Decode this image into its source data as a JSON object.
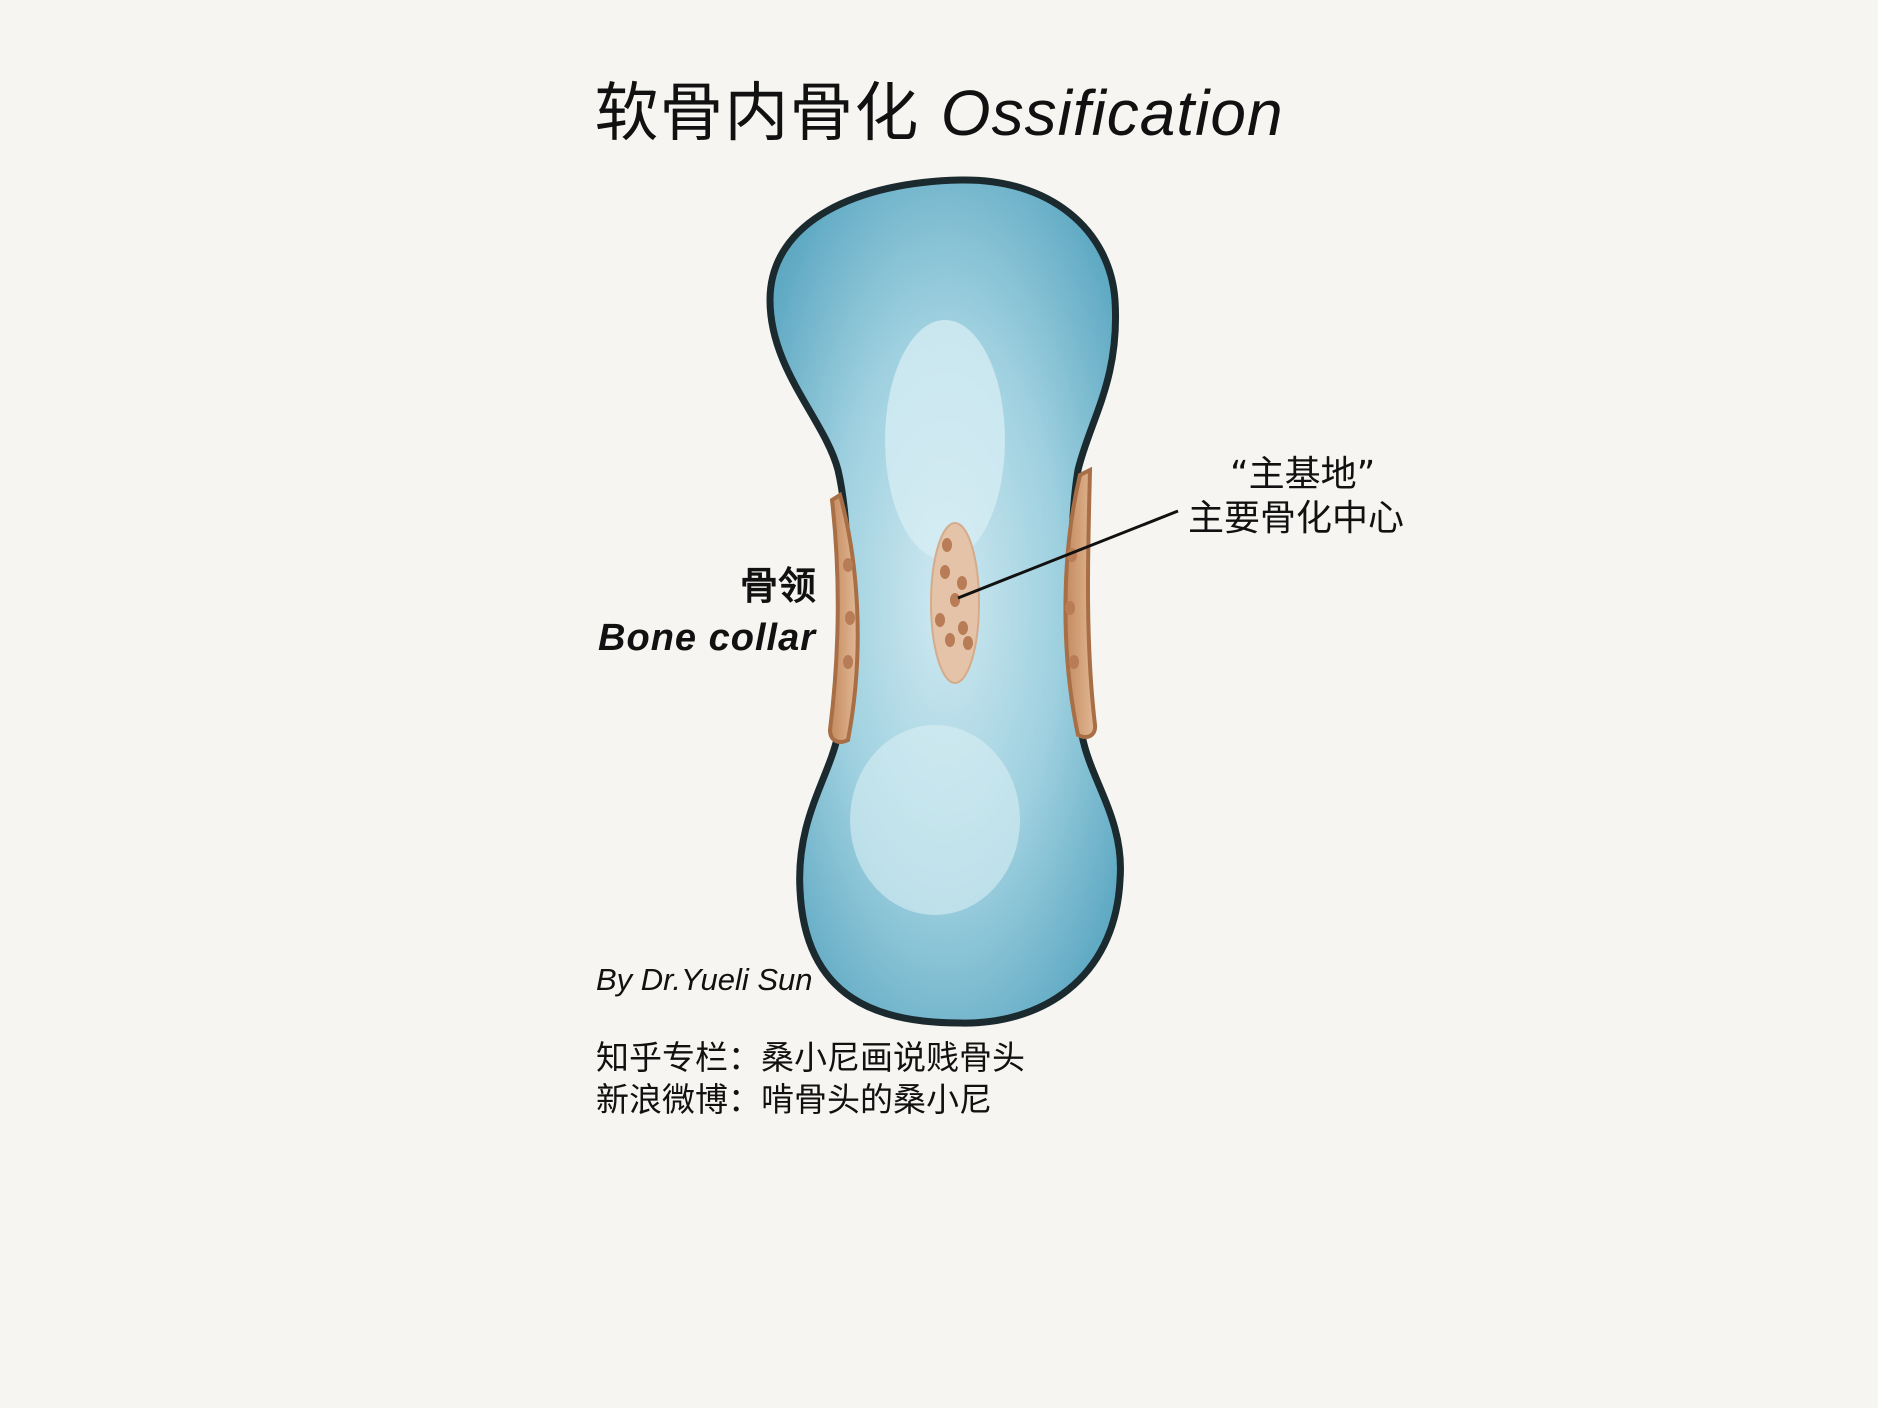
{
  "title": {
    "cn": "软骨内骨化",
    "en": "Ossification"
  },
  "labels": {
    "bone_collar_cn": "骨领",
    "bone_collar_en": "Bone collar",
    "primary_center_line1": "“主基地”",
    "primary_center_line2": "主要骨化中心"
  },
  "credit": {
    "author": "By Dr.Yueli Sun",
    "zhihu": "知乎专栏：桑小尼画说贱骨头",
    "weibo": "新浪微博：啃骨头的桑小尼"
  },
  "colors": {
    "background": "#f6f5f1",
    "cartilage": "#7fbfd3",
    "cartilage_light": "#c9e6ef",
    "outline": "#1b2a2e",
    "bone": "#c8926a",
    "bone_light": "#e6c2a6",
    "bone_dot": "#b87d56"
  }
}
